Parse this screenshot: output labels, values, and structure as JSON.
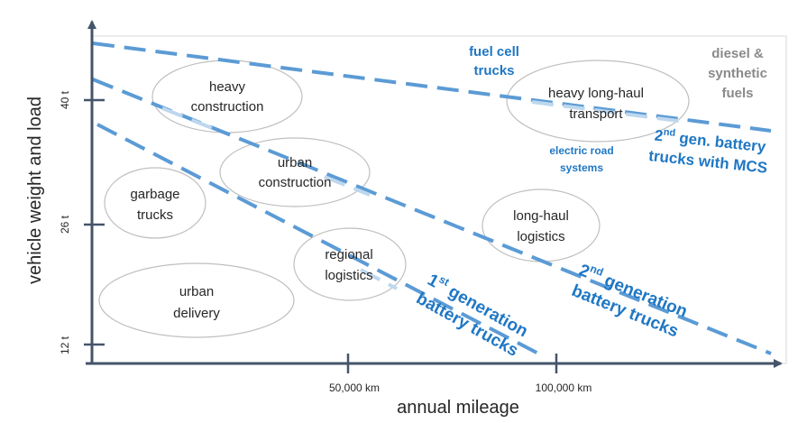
{
  "axes": {
    "x_label": "annual mileage",
    "y_label": "vehicle weight and load",
    "x_ticks": [
      "50,000 km",
      "100,000 km"
    ],
    "y_ticks": [
      "40 t",
      "26 t",
      "12 t"
    ]
  },
  "segments": {
    "heavy_construction": [
      "heavy",
      "construction"
    ],
    "heavy_longhaul": [
      "heavy long-haul",
      "transport"
    ],
    "urban_construction": [
      "urban",
      "construction"
    ],
    "garbage_trucks": [
      "garbage",
      "trucks"
    ],
    "longhaul_logistics": [
      "long-haul",
      "logistics"
    ],
    "regional_logistics": [
      "regional",
      "logistics"
    ],
    "urban_delivery": [
      "urban",
      "delivery"
    ]
  },
  "technologies": {
    "fuel_cell": [
      "fuel cell",
      "trucks"
    ],
    "diesel": [
      "diesel &",
      "synthetic",
      "fuels"
    ],
    "electric_road": [
      "electric road",
      "systems"
    ],
    "gen2_mcs_line1_pre": "2",
    "gen2_mcs_line1_sup": "nd",
    "gen2_mcs_line1_post": " gen. battery",
    "gen2_mcs_line2": "trucks with MCS",
    "gen2_sup": "nd",
    "gen2_num": "2",
    "gen2_line1_post": " generation",
    "gen2_line2": "battery trucks",
    "gen1_num": "1",
    "gen1_sup": "st",
    "gen1_line1_post": " generation",
    "gen1_line2": "battery trucks"
  },
  "colors": {
    "axis": "#44546a",
    "line": "#5b9bd5",
    "line_light": "#bdd7ee",
    "accent_text": "#1f77c4",
    "grey_text": "#8a8a8a"
  }
}
